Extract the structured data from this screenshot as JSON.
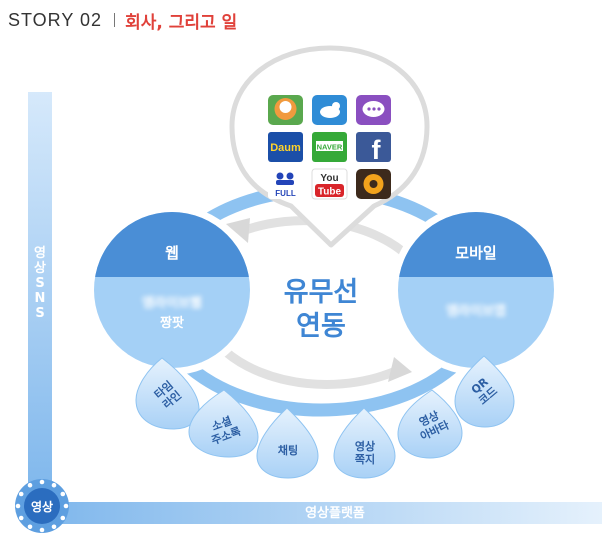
{
  "header": {
    "story": "STORY 02",
    "subtitle": "회사, 그리고 일"
  },
  "vertical_axis_label": [
    "영",
    "상",
    "S",
    "N",
    "S"
  ],
  "horizontal_axis_label": "영상플랫폼",
  "corner_badge": "영상",
  "center": {
    "line1": "유무선",
    "line2": "연동"
  },
  "web_node": {
    "title": "웹",
    "blurred": "엠라이브웹",
    "line2": "짱팟"
  },
  "mobile_node": {
    "title": "모바일",
    "blurred": "엠라이브앱"
  },
  "drops": [
    {
      "line1": "타임",
      "line2": "라인"
    },
    {
      "line1": "소셜",
      "line2": "주소록"
    },
    {
      "line1": "채팅",
      "line2": ""
    },
    {
      "line1": "영상",
      "line2": "쪽지"
    },
    {
      "line1": "영상",
      "line2": "아바타"
    },
    {
      "line1": "QR",
      "line2": "코드"
    }
  ],
  "sns_icons": [
    {
      "name": "mypeople-icon"
    },
    {
      "name": "twitter-icon"
    },
    {
      "name": "chat-bubble-icon"
    },
    {
      "name": "daum-icon",
      "text": "Daum"
    },
    {
      "name": "naver-icon",
      "text": "NAVER"
    },
    {
      "name": "facebook-icon",
      "text": "f"
    },
    {
      "name": "full-icon",
      "text": "FULL"
    },
    {
      "name": "youtube-icon",
      "text1": "You",
      "text2": "Tube"
    },
    {
      "name": "kakao-icon"
    }
  ],
  "colors": {
    "accent_blue": "#3f86d4",
    "light_blue": "#8ec3f1",
    "title_red": "#e0413a"
  }
}
